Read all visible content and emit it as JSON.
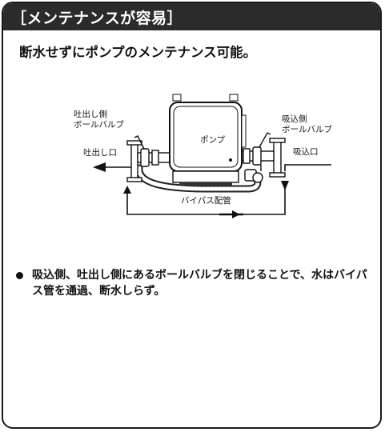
{
  "header": {
    "title": "［メンテナンスが容易］"
  },
  "subtitle": "断水せずにポンプのメンテナンス可能。",
  "diagram": {
    "pump_label": "ポンプ",
    "outlet_valve_label_1": "吐出し側",
    "outlet_valve_label_2": "ボールバルブ",
    "inlet_valve_label_1": "吸込側",
    "inlet_valve_label_2": "ボールバルブ",
    "outlet_port_label": "吐出し口",
    "inlet_port_label": "吸込口",
    "bypass_label": "バイパス配管"
  },
  "note": {
    "text": "吸込側、吐出し側にあるボールバルブを閉じることで、水はバイパス管を通過、断水しらず。"
  },
  "colors": {
    "header_bg": "#2b2b2b",
    "line": "#1a1a1a"
  }
}
